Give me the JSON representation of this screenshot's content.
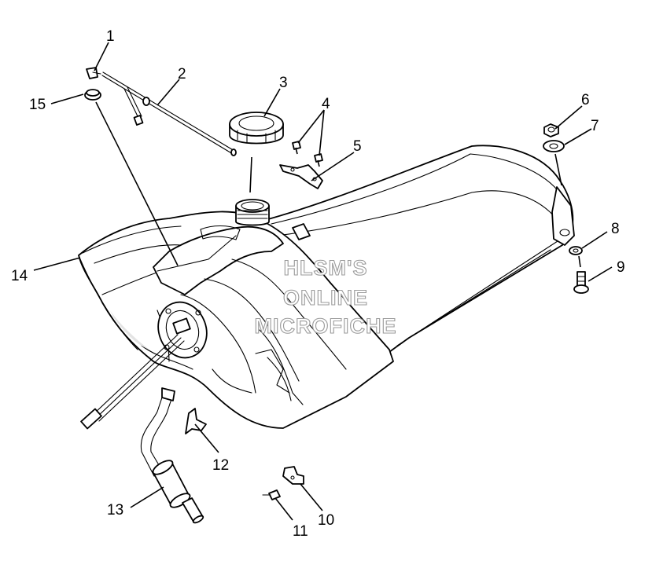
{
  "watermark": {
    "line1": "HLSM'S",
    "line2": "ONLINE",
    "line3": "MICROFICHE"
  },
  "callouts": [
    {
      "id": "1",
      "label": "1"
    },
    {
      "id": "2",
      "label": "2"
    },
    {
      "id": "3",
      "label": "3"
    },
    {
      "id": "4",
      "label": "4"
    },
    {
      "id": "5",
      "label": "5"
    },
    {
      "id": "6",
      "label": "6"
    },
    {
      "id": "7",
      "label": "7"
    },
    {
      "id": "8",
      "label": "8"
    },
    {
      "id": "9",
      "label": "9"
    },
    {
      "id": "10",
      "label": "10"
    },
    {
      "id": "11",
      "label": "11"
    },
    {
      "id": "12",
      "label": "12"
    },
    {
      "id": "13",
      "label": "13"
    },
    {
      "id": "14",
      "label": "14"
    },
    {
      "id": "15",
      "label": "15"
    }
  ]
}
